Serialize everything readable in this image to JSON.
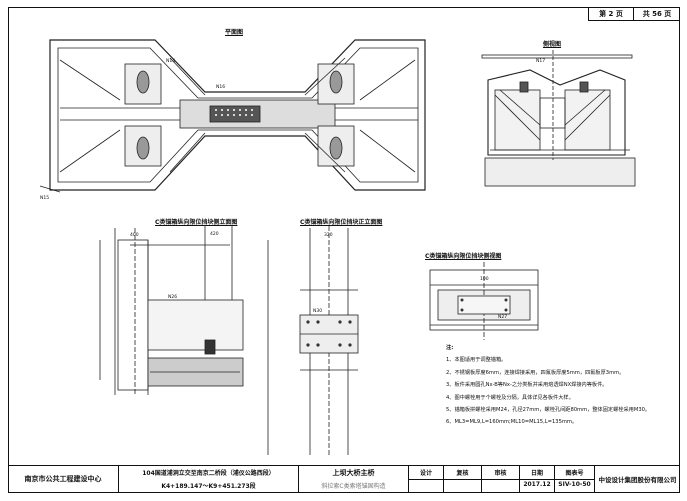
{
  "page": {
    "page_label": "第 2 页",
    "total_label": "共 56 页"
  },
  "views": {
    "plan": "平面图",
    "side": "侧视图",
    "elev_side": "C类锚箱纵向限位挡块侧立面图",
    "elev_front": "C类锚箱纵向限位挡块正立面图",
    "elev_side_view": "C类锚箱纵向限位挡块侧视图"
  },
  "labels": {
    "n14": "N14",
    "n15": "N15",
    "n16": "N16",
    "n17": "N17",
    "n26": "N26",
    "n27": "N27",
    "n30": "N30",
    "dim_400": "400",
    "dim_420": "420",
    "dim_320": "320",
    "dim_100": "100"
  },
  "notes": {
    "heading": "注:",
    "items": [
      "1、本图适用于调整锚箱。",
      "2、不锈钢板厚度6mm，连接焊接采用，四氟板厚度5mm，四氟板厚3mm。",
      "3、板件采用圆孔Nx-B等Nx-之分类板并采用熔透焊NX焊接内等板件。",
      "4、图中螺栓用于个螺栓及分隔，具体详见各板件大样。",
      "5、锚箱板拼螺栓采用M24，孔径27mm，螺栓孔间距80mm，整体固定螺栓采用M30。",
      "6、ML3=ML9,L=160mm;ML10=ML15,L=135mm。"
    ]
  },
  "title_block": {
    "org": "南京市公共工程建设中心",
    "project_line1": "104国道浦洞立交至南京二桥段（浦仪公路西段）",
    "project_line2": "K4+189.147～K9+451.273段",
    "drawing_title1": "上坝大桥主桥",
    "drawing_title2": "斜拉索C类索塔锚固构造",
    "design": "设计",
    "check": "复核",
    "review": "审核",
    "date_label": "日期",
    "date": "2017.12",
    "drawing_no_label": "图表号",
    "drawing_no": "SIV-10-50",
    "company": "中设设计集团股份有限公司"
  }
}
